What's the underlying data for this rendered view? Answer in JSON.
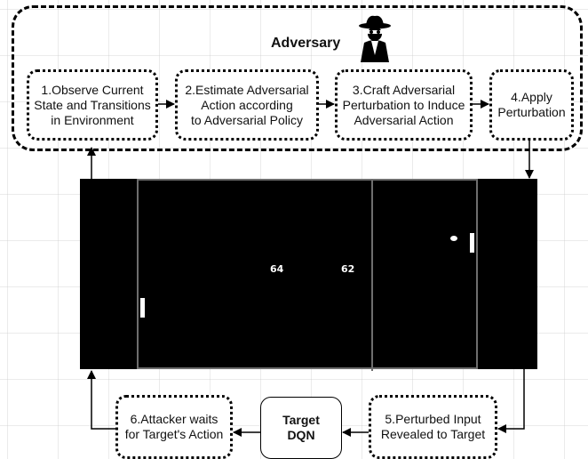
{
  "adversary": {
    "title": "Adversary",
    "icon": "spy-icon"
  },
  "steps": {
    "observe": "1.Observe Current\nState and Transitions\nin Environment",
    "estimate": "2.Estimate Adversarial\nAction according\nto Adversarial Policy",
    "craft": "3.Craft Adversarial\nPerturbation to Induce\nAdversarial Action",
    "apply": "4.Apply\nPerturbation",
    "perturbed": "5.Perturbed Input\nRevealed to Target",
    "wait": "6.Attacker waits\nfor Target's Action"
  },
  "target": {
    "label": "Target\nDQN"
  },
  "game": {
    "left_score": "64",
    "right_score": "62"
  }
}
